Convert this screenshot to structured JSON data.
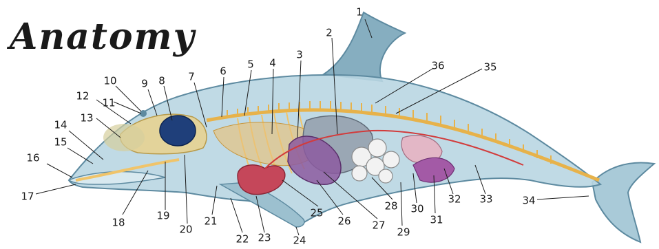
{
  "title": "Anatomy",
  "colors": {
    "skin": "#b9d6e2",
    "skin_edge": "#5d8aa0",
    "fin": "#86aec0",
    "spine": "#e7b24a",
    "bone": "#f0c46a",
    "brain": "#1f3f7a",
    "stomach": "#9aa7b4",
    "liver": "#8c5aa0",
    "intestine": "#f2f2f2",
    "heart": "#c5475a",
    "vessel": "#d23b3b"
  },
  "labels": [
    {
      "id": "label-1",
      "text": "1"
    },
    {
      "id": "label-2",
      "text": "2"
    },
    {
      "id": "label-3",
      "text": "3"
    },
    {
      "id": "label-4",
      "text": "4"
    },
    {
      "id": "label-5",
      "text": "5"
    },
    {
      "id": "label-6",
      "text": "6"
    },
    {
      "id": "label-7",
      "text": "7"
    },
    {
      "id": "label-8",
      "text": "8"
    },
    {
      "id": "label-9",
      "text": "9"
    },
    {
      "id": "label-10",
      "text": "10"
    },
    {
      "id": "label-11",
      "text": "11"
    },
    {
      "id": "label-12",
      "text": "12"
    },
    {
      "id": "label-13",
      "text": "13"
    },
    {
      "id": "label-14",
      "text": "14"
    },
    {
      "id": "label-15",
      "text": "15"
    },
    {
      "id": "label-16",
      "text": "16"
    },
    {
      "id": "label-17",
      "text": "17"
    },
    {
      "id": "label-18",
      "text": "18"
    },
    {
      "id": "label-19",
      "text": "19"
    },
    {
      "id": "label-20",
      "text": "20"
    },
    {
      "id": "label-21",
      "text": "21"
    },
    {
      "id": "label-22",
      "text": "22"
    },
    {
      "id": "label-23",
      "text": "23"
    },
    {
      "id": "label-24",
      "text": "24"
    },
    {
      "id": "label-25",
      "text": "25"
    },
    {
      "id": "label-26",
      "text": "26"
    },
    {
      "id": "label-27",
      "text": "27"
    },
    {
      "id": "label-28",
      "text": "28"
    },
    {
      "id": "label-29",
      "text": "29"
    },
    {
      "id": "label-30",
      "text": "30"
    },
    {
      "id": "label-31",
      "text": "31"
    },
    {
      "id": "label-32",
      "text": "32"
    },
    {
      "id": "label-33",
      "text": "33"
    },
    {
      "id": "label-34",
      "text": "34"
    },
    {
      "id": "label-35",
      "text": "35"
    },
    {
      "id": "label-36",
      "text": "36"
    }
  ]
}
